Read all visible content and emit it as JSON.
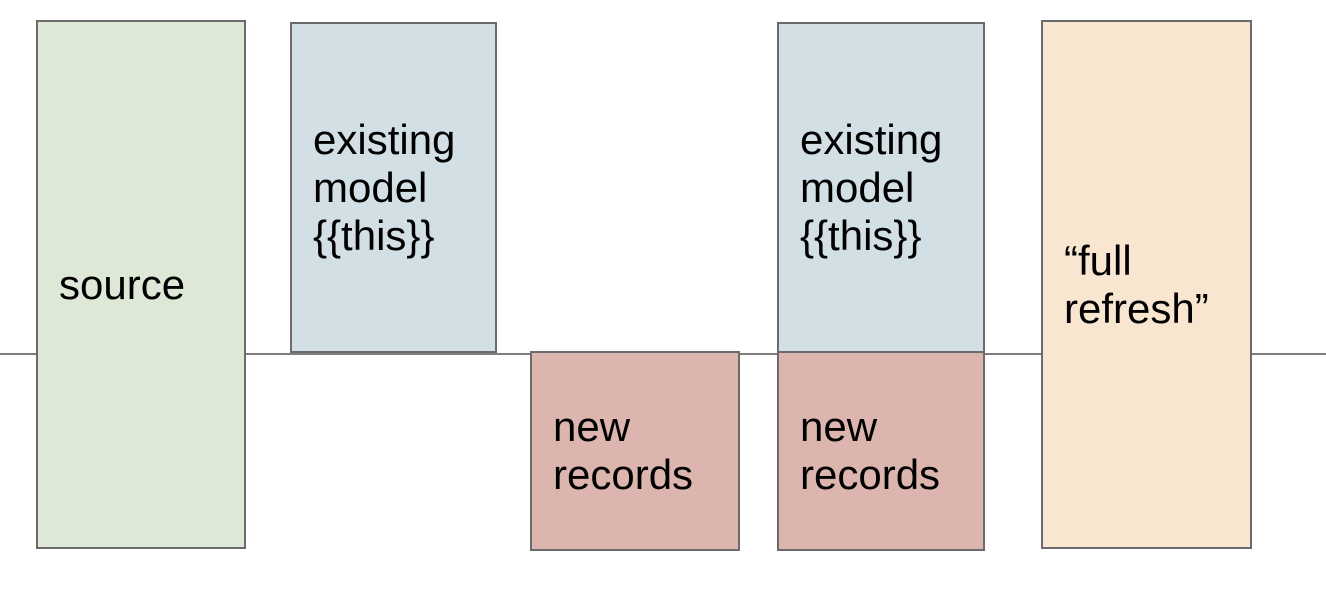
{
  "diagram": {
    "background": "#ffffff",
    "text_color": "#000000",
    "box_border_color": "#6b6b6b",
    "divider_line": {
      "orientation": "horizontal",
      "color": "#7d7d7d"
    },
    "boxes": [
      {
        "name": "source",
        "label": "source",
        "fill": "#dde9d6",
        "position": "spans divider"
      },
      {
        "name": "existing-model-1",
        "label": "existing\nmodel\n{{this}}",
        "fill": "#d2dfe4",
        "position": "above divider"
      },
      {
        "name": "new-records-1",
        "label": "new\nrecords",
        "fill": "#dcb6ae",
        "position": "below divider"
      },
      {
        "name": "existing-model-2",
        "label": "existing\nmodel\n{{this}}",
        "fill": "#d2dfe4",
        "position": "above divider"
      },
      {
        "name": "new-records-2",
        "label": "new\nrecords",
        "fill": "#dcb6ae",
        "position": "below divider"
      },
      {
        "name": "full-refresh",
        "label": "“full\nrefresh”",
        "fill": "#f9e6d1",
        "position": "spans divider"
      }
    ]
  }
}
